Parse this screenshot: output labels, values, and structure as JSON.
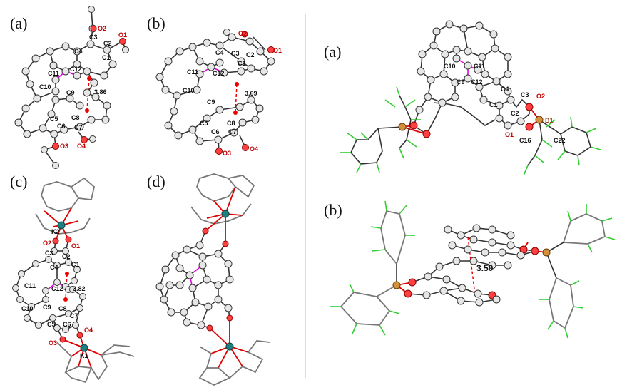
{
  "panels": {
    "left_a": "(a)",
    "left_b": "(b)",
    "left_c": "(c)",
    "left_d": "(d)",
    "right_a": "(a)",
    "right_b": "(b)"
  },
  "labels": {
    "a": {
      "O2": "O2",
      "O1": "O1",
      "C3": "C3",
      "C2": "C2",
      "C4": "C4",
      "C1": "C1",
      "C11": "C11",
      "C12": "C12",
      "C10": "C10",
      "C9": "C9",
      "C5": "C5",
      "C8": "C8",
      "C6": "C6",
      "C7": "C7",
      "O3": "O3",
      "O4": "O4",
      "dist": "3.86"
    },
    "b": {
      "O2": "O2",
      "O1": "O1",
      "C4": "C4",
      "C3": "C3",
      "C2": "C2",
      "C1": "C1",
      "C11": "C11",
      "C12": "C12",
      "C10": "C10",
      "C9": "C9",
      "C5": "C5",
      "C8": "C8",
      "C6": "C6",
      "C7": "C7",
      "O3": "O3",
      "O4": "O4",
      "dist": "3.69"
    },
    "c": {
      "K2": "K2",
      "O2": "O2",
      "O1": "O1",
      "C3": "C3",
      "C2": "C2",
      "C4": "C4",
      "C1": "C1",
      "C11": "C11",
      "C12": "C12",
      "C10": "C10",
      "C9": "C9",
      "C8": "C8",
      "C5": "C5",
      "C6": "C6",
      "C7": "C7",
      "O3": "O3",
      "O4": "O4",
      "K1": "K1",
      "dist": "3.82"
    },
    "ra": {
      "C10": "C10",
      "C11": "C11",
      "C9": "C9",
      "C12": "C12",
      "C4": "C4",
      "C3": "C3",
      "O2": "O2",
      "C1": "C1",
      "C2": "C2",
      "B1": "B1",
      "O1": "O1",
      "C16": "C16",
      "C22": "C22"
    },
    "rb": {
      "dist": "3.50"
    }
  }
}
